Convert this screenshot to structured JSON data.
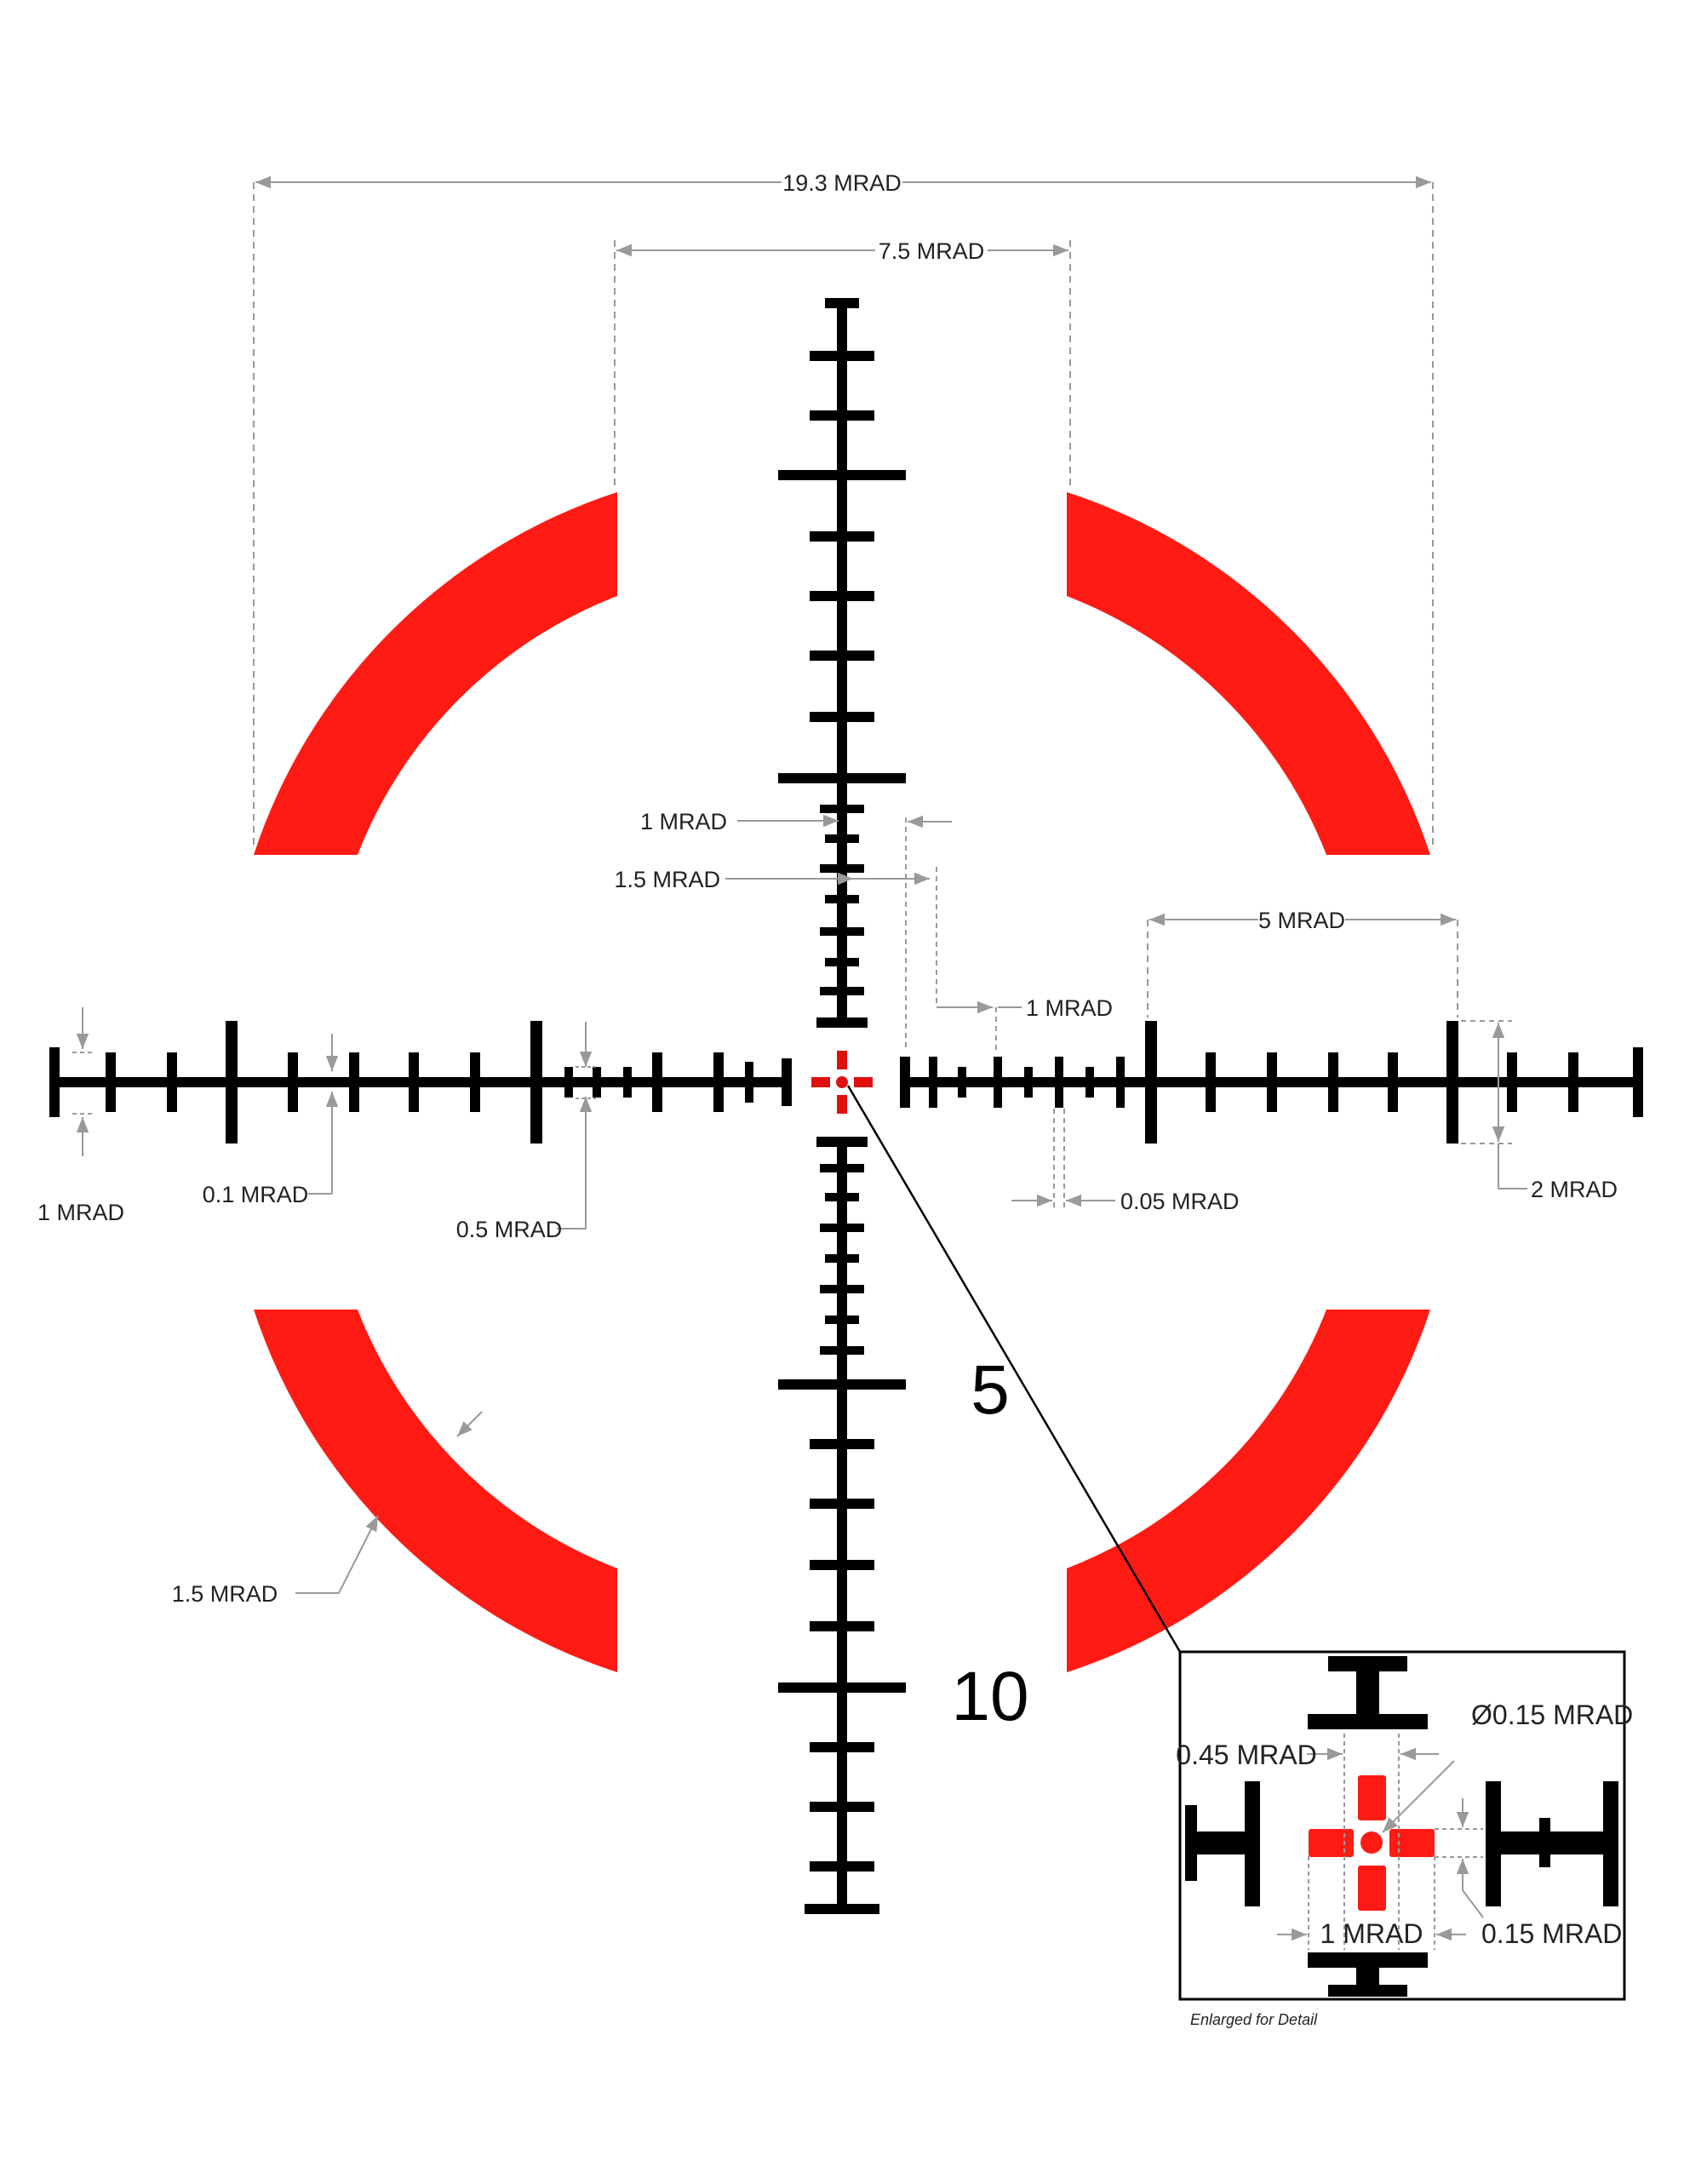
{
  "colors": {
    "reticle": "#000000",
    "rings": "#ff1a14",
    "center_dot": "#e01010",
    "dimension": "#999999",
    "text": "#222222"
  },
  "labels": {
    "d_19_3": "19.3 MRAD",
    "d_7_5": "7.5 MRAD",
    "d_5": "5 MRAD",
    "d_1_top": "1 MRAD",
    "d_1_5_top": "1.5 MRAD",
    "d_1_right": "1 MRAD",
    "d_1_left": "1 MRAD",
    "d_0_1": "0.1 MRAD",
    "d_0_5": "0.5 MRAD",
    "d_0_05": "0.05 MRAD",
    "d_2": "2 MRAD",
    "d_1_5_ring": "1.5 MRAD"
  },
  "numbers": {
    "five": "5",
    "ten": "10"
  },
  "inset": {
    "d_dot": "Ø0.15 MRAD",
    "d_0_45": "0.45 MRAD",
    "d_1": "1 MRAD",
    "d_0_15": "0.15 MRAD",
    "caption": "Enlarged for Detail"
  }
}
